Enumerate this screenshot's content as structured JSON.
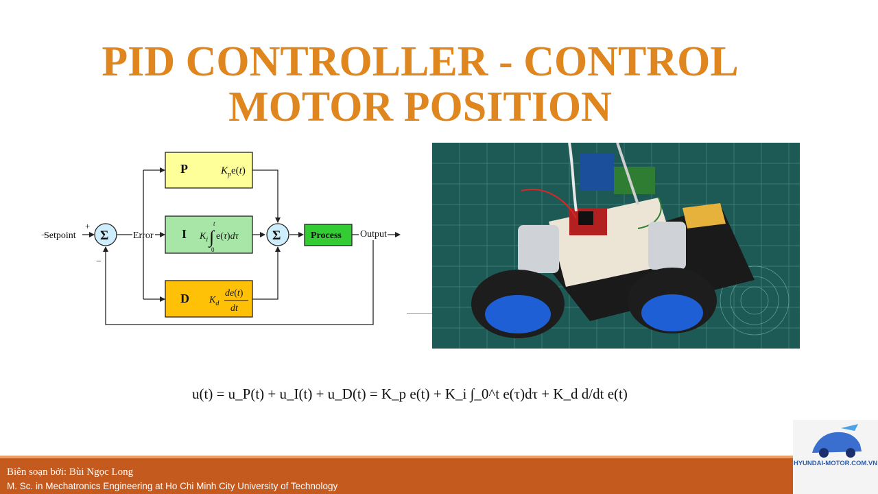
{
  "slide": {
    "title_line1": "PID CONTROLLER - CONTROL",
    "title_line2": "MOTOR POSITION"
  },
  "diagram": {
    "setpoint": "Setpoint",
    "plus": "+",
    "minus": "−",
    "sigma": "Σ",
    "error": "Error",
    "output": "Output",
    "process": "Process",
    "p_label": "P",
    "i_label": "I",
    "d_label": "D",
    "p_color": "#ffff99",
    "i_color": "#a8e6a8",
    "d_color": "#ffc107",
    "process_color": "#33cc33",
    "sum_color": "#cfeefd"
  },
  "formula": {
    "text": "u(t) = u_P(t) + u_I(t) + u_D(t) = K_p e(t) + K_i ∫_0^t e(τ)dτ + K_d d/dt e(t)"
  },
  "footer": {
    "author": "Biên soạn bởi: Bùi Ngọc Long",
    "affiliation": "M. Sc. in Mechatronics Engineering  at Ho Chi Minh City University of Technology"
  },
  "logo": {
    "text": "HYUNDAI-MOTOR.COM.VN"
  },
  "colors": {
    "title": "#e0861e",
    "footer": "#c55a1e"
  }
}
